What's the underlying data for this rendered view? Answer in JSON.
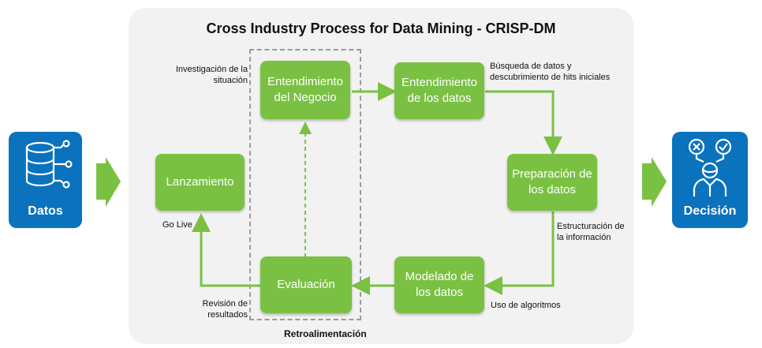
{
  "title": "Cross Industry Process for Data Mining -  CRISP-DM",
  "left_block": {
    "label": "Datos",
    "icon": "database-network-icon"
  },
  "right_block": {
    "label": "Decisión",
    "icon": "person-decision-icon"
  },
  "boxes": {
    "entendimiento_negocio": {
      "line1": "Entendimiento",
      "line2": "del Negocio"
    },
    "entendimiento_datos": {
      "line1": "Entendimiento",
      "line2": "de los datos"
    },
    "preparacion": {
      "line1": "Preparación de",
      "line2": "los datos"
    },
    "modelado": {
      "line1": "Modelado de",
      "line2": "los datos"
    },
    "evaluacion": {
      "line1": "Evaluación"
    },
    "lanzamiento": {
      "line1": "Lanzamiento"
    }
  },
  "notes": {
    "investigacion": {
      "line1": "Investigación de la",
      "line2": "situación"
    },
    "busqueda": {
      "line1": "Búsqueda de datos y",
      "line2": "descubrimiento de hits iniciales"
    },
    "estructuracion": {
      "line1": "Estructuración de",
      "line2": "la información"
    },
    "algoritmos": {
      "line1": "Uso de algoritmos"
    },
    "revision": {
      "line1": "Revisión de",
      "line2": "resultados"
    },
    "golive": {
      "line1": "Go Live"
    }
  },
  "retroalimentacion": "Retroalimentación",
  "colors": {
    "green": "#7ac143",
    "blue": "#0b72bd",
    "panel": "#f2f2f2",
    "dash": "#9a9a9a"
  }
}
